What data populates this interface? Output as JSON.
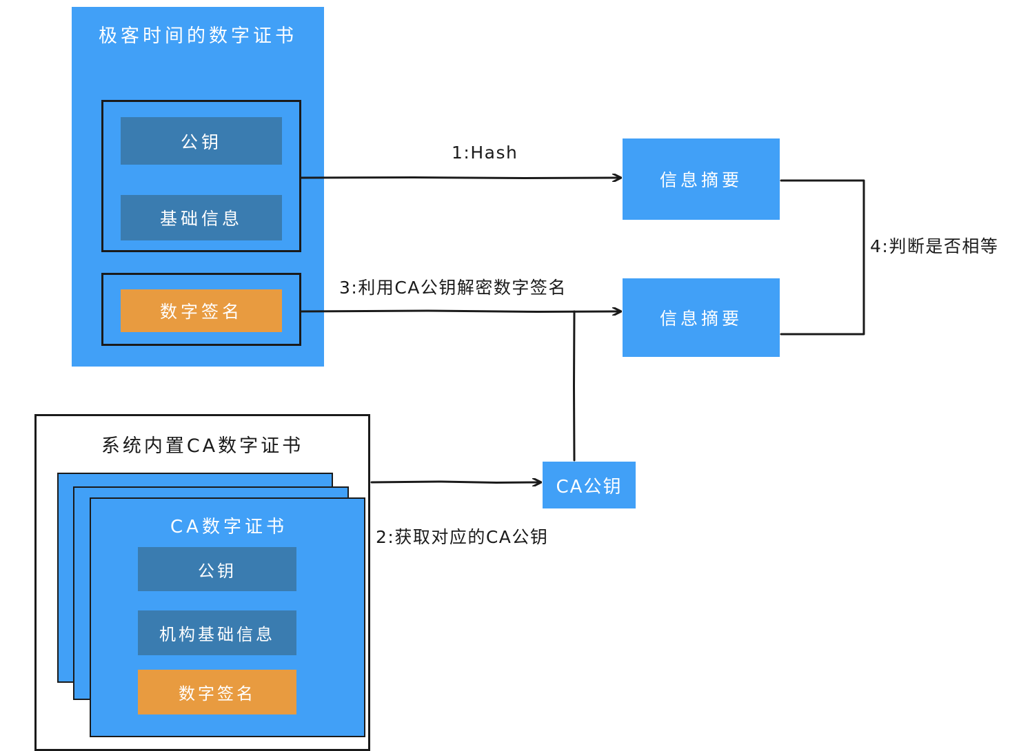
{
  "diagram": {
    "title_hidden": "数字证书验证流程",
    "colors": {
      "blue": "#41a0f7",
      "dark_blue": "#3a7cb0",
      "orange": "#e89b40",
      "stroke": "#1a1a1a",
      "background": "#ffffff",
      "text_on_fill": "#ffffff"
    }
  },
  "geek_cert": {
    "title": "极客时间的数字证书",
    "body_group": {
      "public_key": "公钥",
      "basic_info": "基础信息"
    },
    "signature_group": {
      "digital_signature": "数字签名"
    }
  },
  "digests": {
    "top": "信息摘要",
    "bottom": "信息摘要"
  },
  "ca_public_key": {
    "label": "CA公钥"
  },
  "ca_store": {
    "title": "系统内置CA数字证书",
    "card": {
      "title": "CA数字证书",
      "public_key": "公钥",
      "org_basic_info": "机构基础信息",
      "digital_signature": "数字签名"
    },
    "stack_count": 3
  },
  "edges": [
    {
      "id": "e1",
      "label": "1:Hash"
    },
    {
      "id": "e2",
      "label": "2:获取对应的CA公钥"
    },
    {
      "id": "e3",
      "label": "3:利用CA公钥解密数字签名"
    },
    {
      "id": "e4",
      "label": "4:判断是否相等"
    }
  ]
}
